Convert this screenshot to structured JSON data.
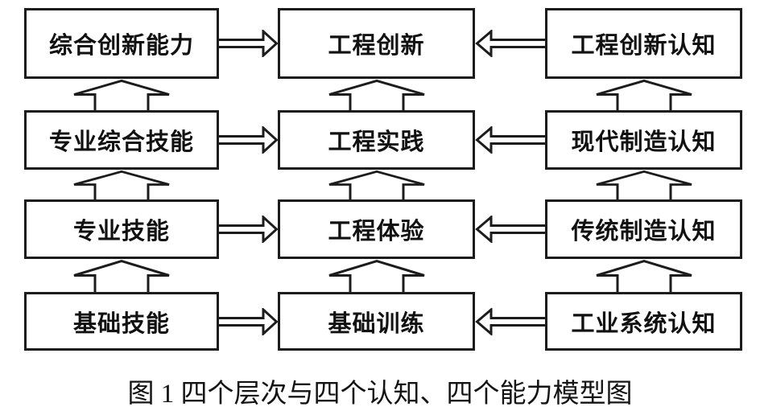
{
  "diagram": {
    "colors": {
      "stroke": "#1c1c1c",
      "box_fill": "#ffffff",
      "background": "#ffffff"
    },
    "columns": [
      {
        "name": "ability-levels",
        "boxes": [
          "综合创新能力",
          "专业综合技能",
          "专业技能",
          "基础技能"
        ]
      },
      {
        "name": "engineering-levels",
        "boxes": [
          "工程创新",
          "工程实践",
          "工程体验",
          "基础训练"
        ]
      },
      {
        "name": "cognition-levels",
        "boxes": [
          "工程创新认知",
          "现代制造认知",
          "传统制造认知",
          "工业系统认知"
        ]
      }
    ],
    "arrows": {
      "left_to_middle": "right",
      "right_to_middle": "left",
      "between_rows": "up"
    },
    "caption": "图 1 四个层次与四个认知、四个能力模型图"
  }
}
